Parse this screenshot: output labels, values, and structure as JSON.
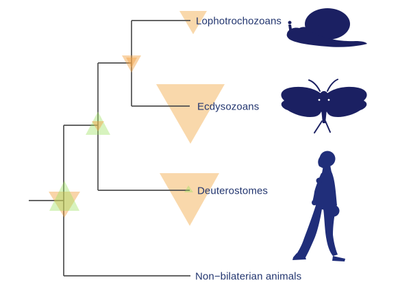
{
  "figure": {
    "type": "phylogenetic-cladogram",
    "palette": {
      "background": "#ffffff",
      "branch_line": "#4f4f4f",
      "clade_fill": "#f9d8ab",
      "node_orange_rgba": "rgba(242,166,74,0.48)",
      "node_green_rgba": "rgba(160,226,100,0.42)",
      "silhouette_navy": "#1b2062",
      "human_navy": "#202e7a",
      "label_navy": "#22356f"
    }
  },
  "tree": {
    "taxa": [
      {
        "label": "Lophotrochozoans",
        "icon": "snail-icon",
        "clade_triangle": "small"
      },
      {
        "label": "Ecdysozoans",
        "icon": "moth-icon",
        "clade_triangle": "large"
      },
      {
        "label": "Deuterostomes",
        "icon": "human-icon",
        "clade_triangle": "large"
      },
      {
        "label": "Non−bilaterian animals",
        "icon": "none",
        "clade_triangle": "none"
      }
    ],
    "node_markers": [
      {
        "node": "root",
        "shapes": [
          "orange-down-triangle",
          "green-up-triangle"
        ]
      },
      {
        "node": "bilateria-split",
        "shapes": [
          "green-up-triangle",
          "orange-down-triangle-small"
        ]
      },
      {
        "node": "protostome-split",
        "shapes": [
          "orange-down-triangle",
          "orange-down-triangle-small"
        ]
      },
      {
        "node": "deuterostome-tip",
        "shapes": [
          "green-up-triangle-tiny"
        ]
      }
    ]
  }
}
